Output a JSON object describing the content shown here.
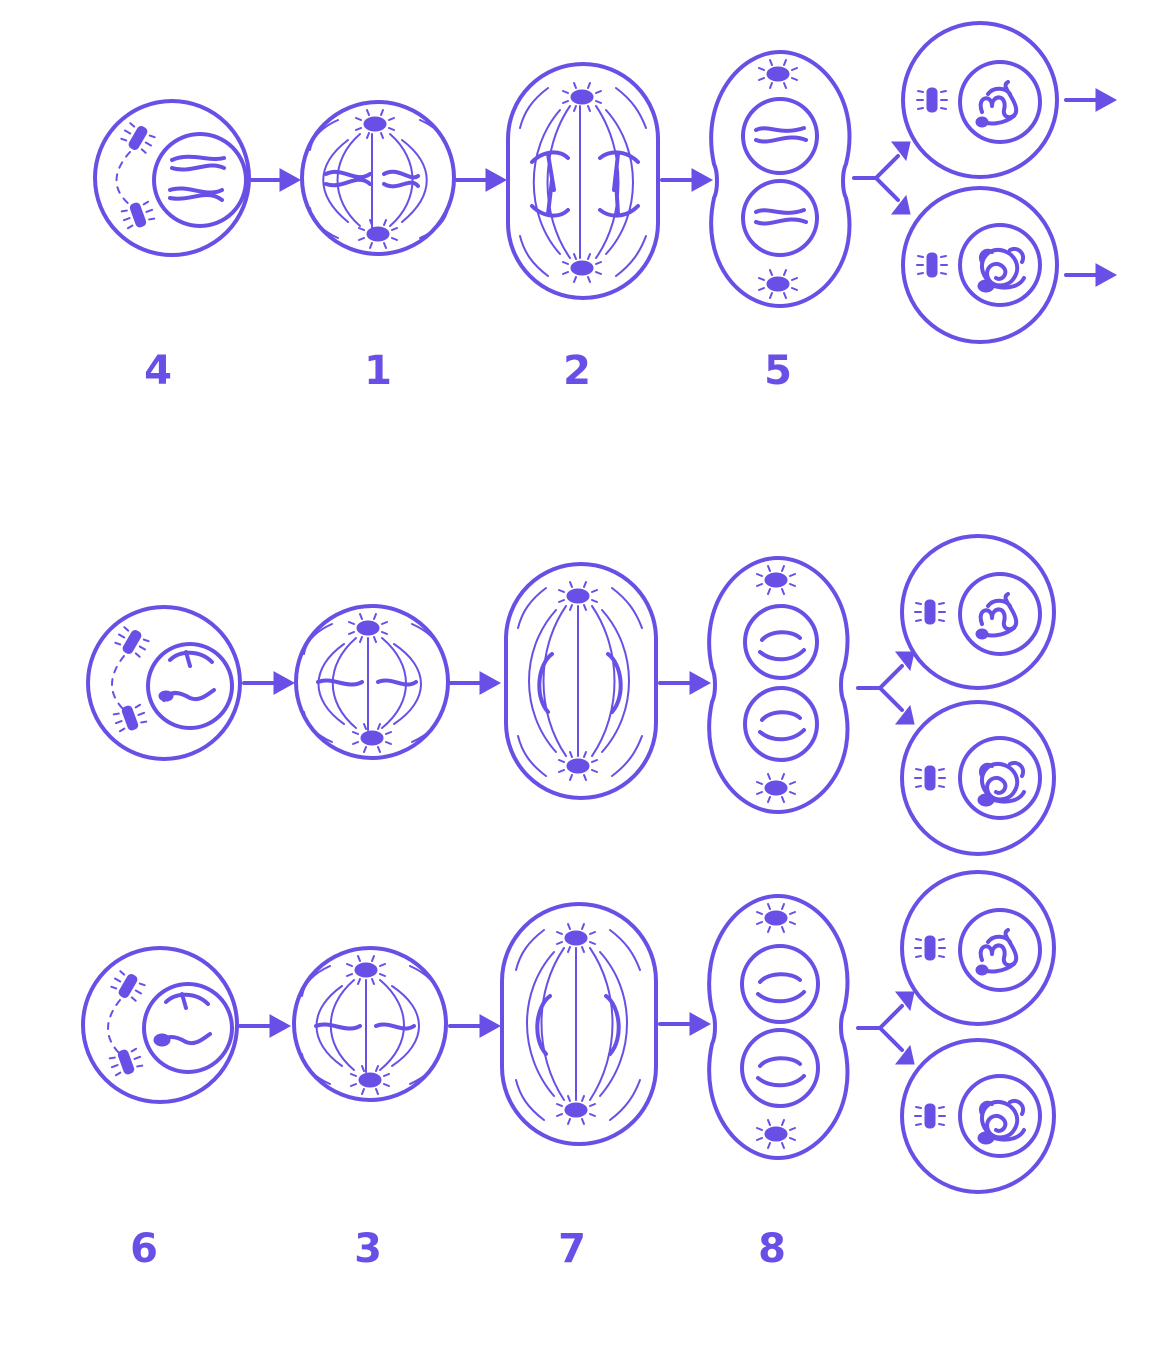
{
  "colors": {
    "ink": "#6a4fe6",
    "background": "#ffffff"
  },
  "labels": {
    "top": [
      "4",
      "1",
      "2",
      "5"
    ],
    "bottom": [
      "6",
      "3",
      "7",
      "8"
    ]
  },
  "icons": [
    "centrosome-icon",
    "chromosome-icon",
    "spindle-icon",
    "arrow-right-icon",
    "branch-arrow-icon"
  ]
}
